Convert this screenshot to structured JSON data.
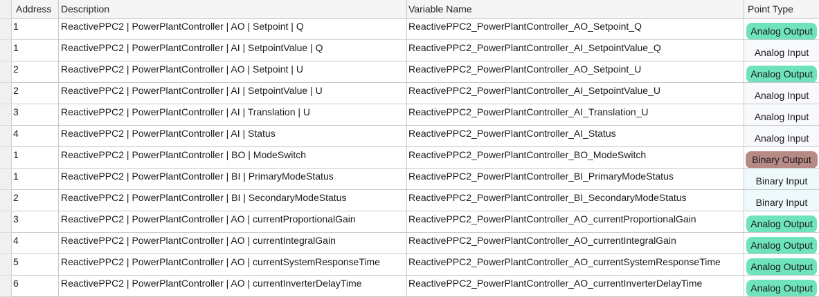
{
  "headers": {
    "address": "Address",
    "description": "Description",
    "variable_name": "Variable Name",
    "point_type": "Point Type"
  },
  "colors": {
    "analog_output": "#6fe3bd",
    "binary_output": "#b78a85",
    "analog_input_bg": "#f7f9fc",
    "binary_input_bg": "#eef9fc",
    "grid_line": "#c8c8c8"
  },
  "rows": [
    {
      "address": "1",
      "description": "ReactivePPC2 | PowerPlantController | AO | Setpoint | Q",
      "variable": "ReactivePPC2_PowerPlantController_AO_Setpoint_Q",
      "type": "Analog Output",
      "kind": "ao"
    },
    {
      "address": "1",
      "description": "ReactivePPC2 | PowerPlantController | AI | SetpointValue | Q",
      "variable": "ReactivePPC2_PowerPlantController_AI_SetpointValue_Q",
      "type": "Analog Input",
      "kind": "ai"
    },
    {
      "address": "2",
      "description": "ReactivePPC2 | PowerPlantController | AO | Setpoint | U",
      "variable": "ReactivePPC2_PowerPlantController_AO_Setpoint_U",
      "type": "Analog Output",
      "kind": "ao"
    },
    {
      "address": "2",
      "description": "ReactivePPC2 | PowerPlantController | AI | SetpointValue | U",
      "variable": "ReactivePPC2_PowerPlantController_AI_SetpointValue_U",
      "type": "Analog Input",
      "kind": "ai"
    },
    {
      "address": "3",
      "description": "ReactivePPC2 | PowerPlantController | AI | Translation | U",
      "variable": "ReactivePPC2_PowerPlantController_AI_Translation_U",
      "type": "Analog Input",
      "kind": "ai"
    },
    {
      "address": "4",
      "description": "ReactivePPC2 | PowerPlantController | AI | Status",
      "variable": "ReactivePPC2_PowerPlantController_AI_Status",
      "type": "Analog Input",
      "kind": "ai"
    },
    {
      "address": "1",
      "description": "ReactivePPC2 | PowerPlantController | BO | ModeSwitch",
      "variable": "ReactivePPC2_PowerPlantController_BO_ModeSwitch",
      "type": "Binary Output",
      "kind": "bo"
    },
    {
      "address": "1",
      "description": "ReactivePPC2 | PowerPlantController | BI | PrimaryModeStatus",
      "variable": "ReactivePPC2_PowerPlantController_BI_PrimaryModeStatus",
      "type": "Binary Input",
      "kind": "bi"
    },
    {
      "address": "2",
      "description": "ReactivePPC2 | PowerPlantController | BI | SecondaryModeStatus",
      "variable": "ReactivePPC2_PowerPlantController_BI_SecondaryModeStatus",
      "type": "Binary Input",
      "kind": "bi"
    },
    {
      "address": "3",
      "description": "ReactivePPC2 | PowerPlantController | AO | currentProportionalGain",
      "variable": "ReactivePPC2_PowerPlantController_AO_currentProportionalGain",
      "type": "Analog Output",
      "kind": "ao"
    },
    {
      "address": "4",
      "description": "ReactivePPC2 | PowerPlantController | AO | currentIntegralGain",
      "variable": "ReactivePPC2_PowerPlantController_AO_currentIntegralGain",
      "type": "Analog Output",
      "kind": "ao"
    },
    {
      "address": "5",
      "description": "ReactivePPC2 | PowerPlantController | AO | currentSystemResponseTime",
      "variable": "ReactivePPC2_PowerPlantController_AO_currentSystemResponseTime",
      "type": "Analog Output",
      "kind": "ao"
    },
    {
      "address": "6",
      "description": "ReactivePPC2 | PowerPlantController | AO | currentInverterDelayTime",
      "variable": "ReactivePPC2_PowerPlantController_AO_currentInverterDelayTime",
      "type": "Analog Output",
      "kind": "ao"
    }
  ]
}
